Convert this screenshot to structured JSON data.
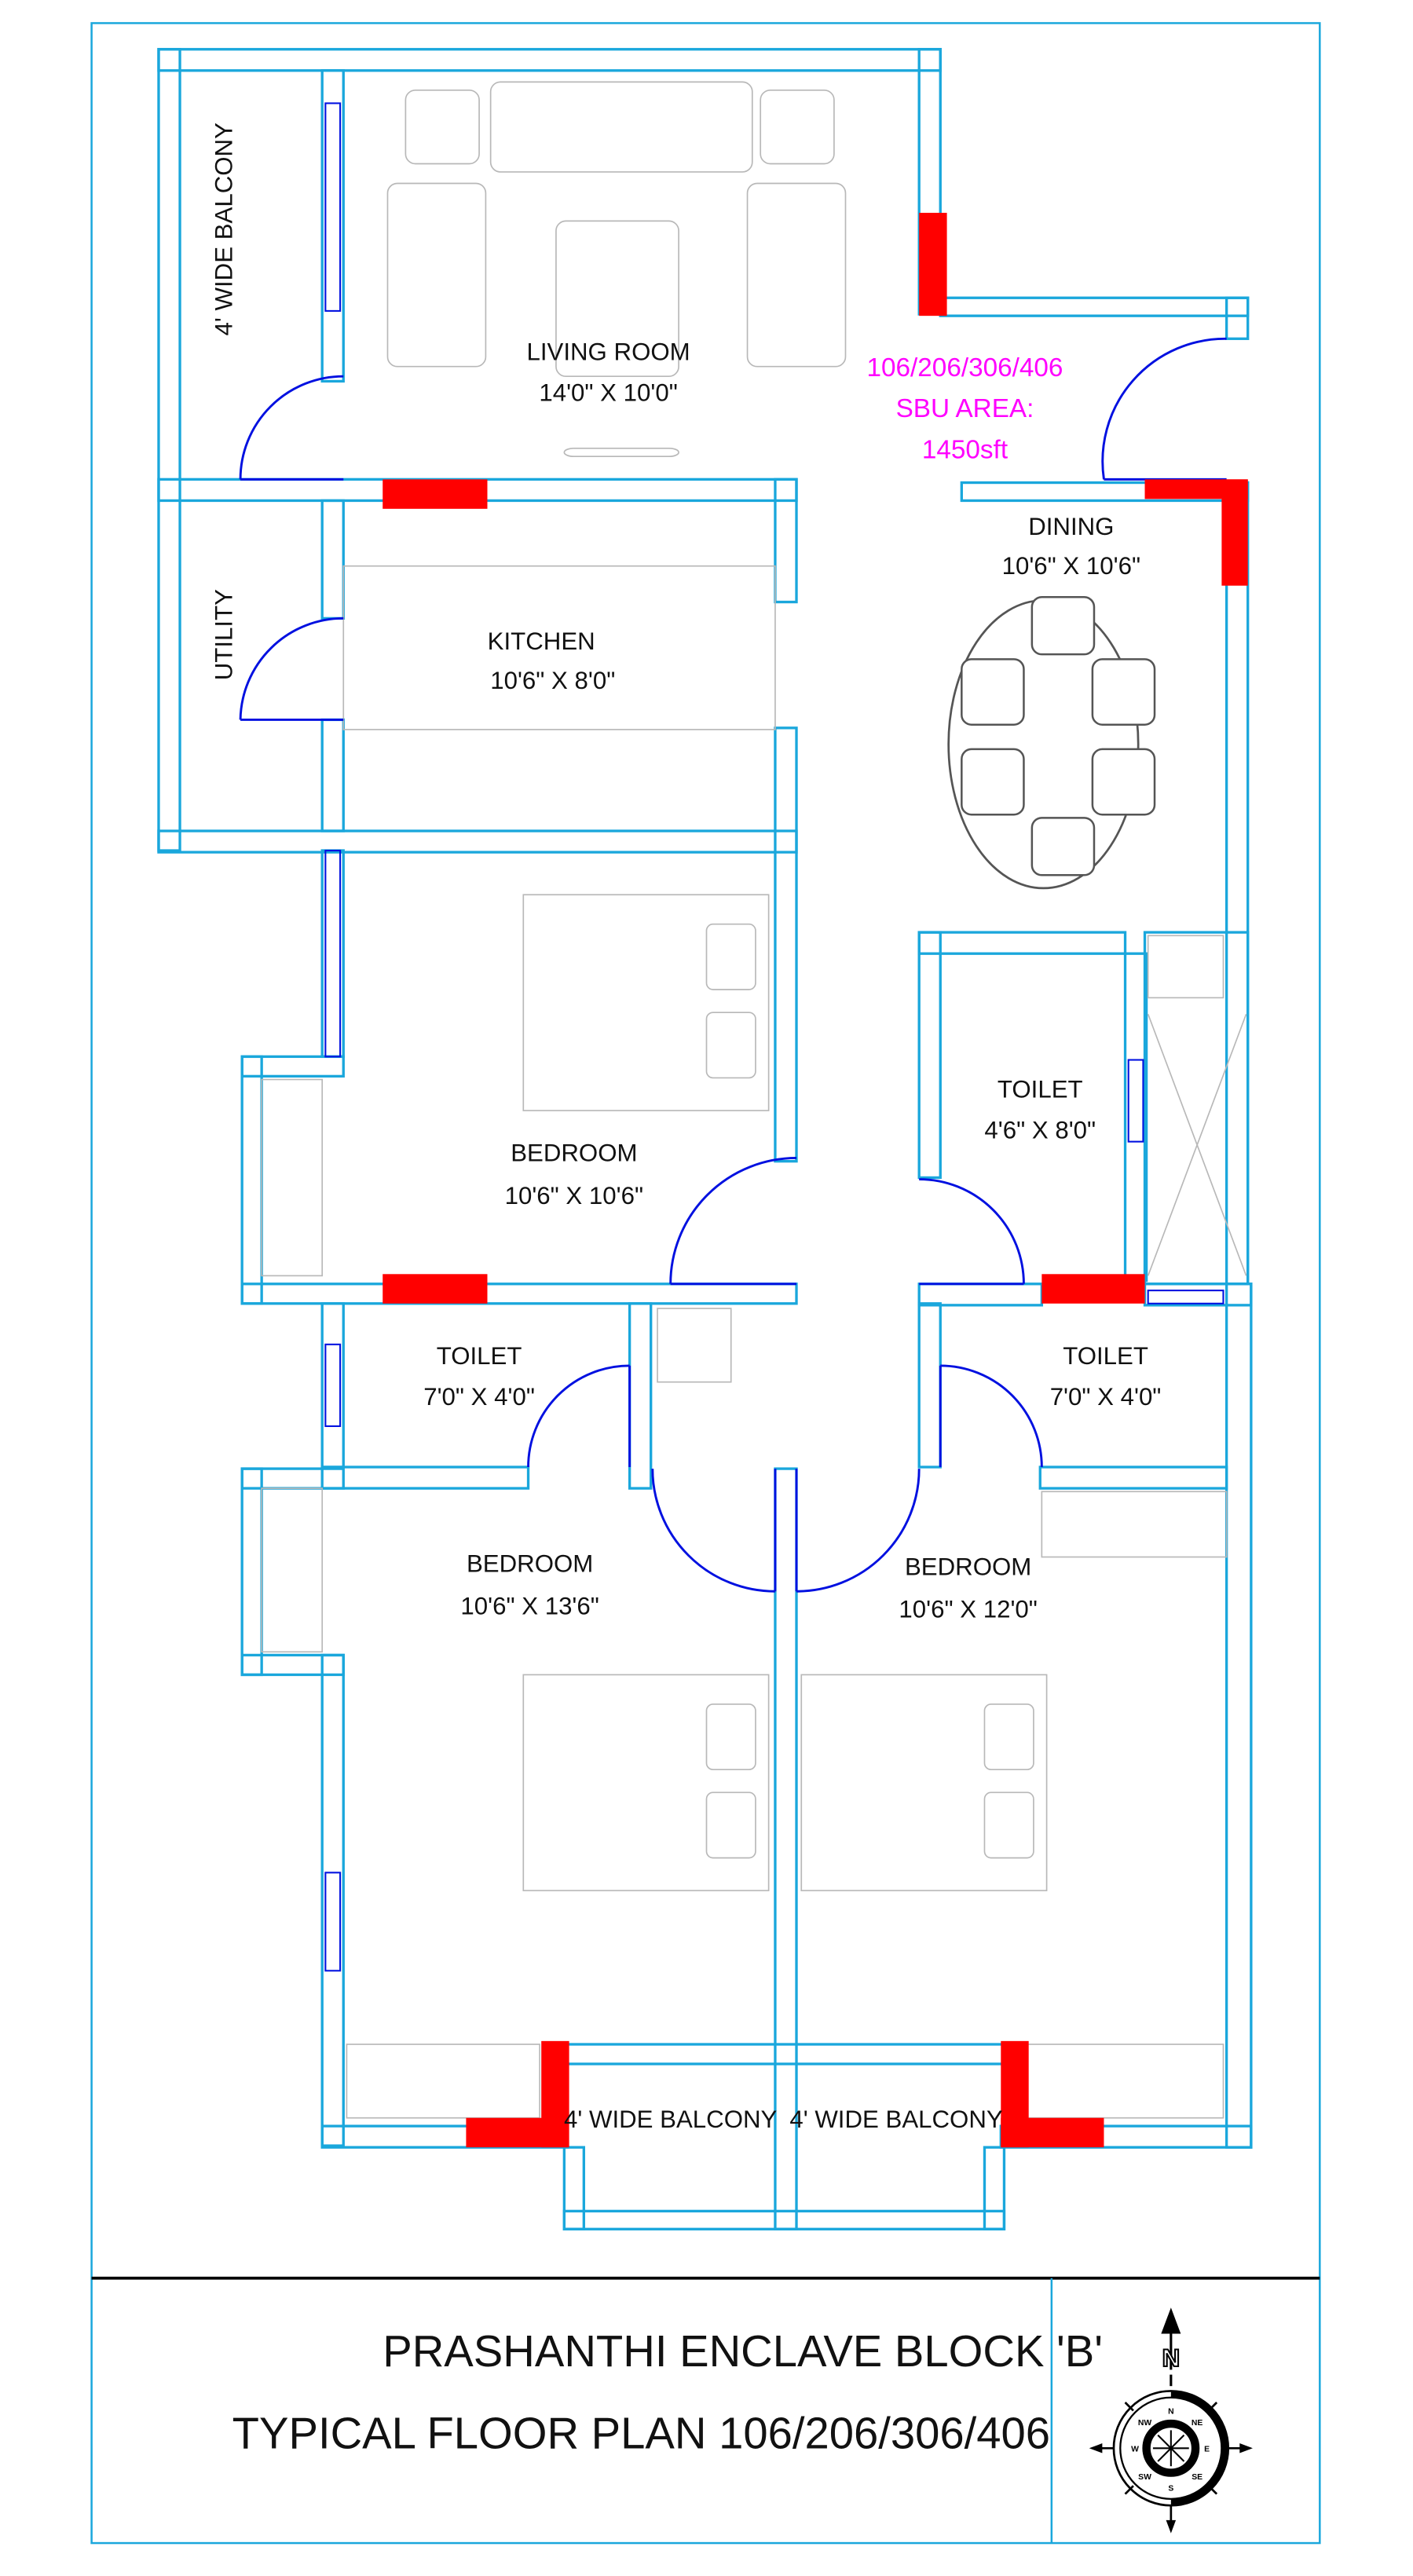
{
  "rooms": {
    "balcony_left": "4' WIDE BALCONY",
    "living": {
      "name": "LIVING ROOM",
      "size": "14'0\" X 10'0\""
    },
    "dining": {
      "name": "DINING",
      "size": "10'6\" X 10'6\""
    },
    "utility": "UTILITY",
    "kitchen": {
      "name": "KITCHEN",
      "size": "10'6\" X 8'0\""
    },
    "bedroom1": {
      "name": "BEDROOM",
      "size": "10'6\" X 10'6\""
    },
    "toilet1": {
      "name": "TOILET",
      "size": "4'6\" X 8'0\""
    },
    "toilet2": {
      "name": "TOILET",
      "size": "7'0\" X 4'0\""
    },
    "toilet3": {
      "name": "TOILET",
      "size": "7'0\" X 4'0\""
    },
    "bedroom2": {
      "name": "BEDROOM",
      "size": "10'6\" X 13'6\""
    },
    "bedroom3": {
      "name": "BEDROOM",
      "size": "10'6\" X 12'0\""
    },
    "balcony_bottom_left": "4' WIDE BALCONY",
    "balcony_bottom_right": "4' WIDE BALCONY"
  },
  "area_note": {
    "units": "106/206/306/406",
    "label": "SBU AREA:",
    "value": "1450sft"
  },
  "title_block": {
    "project": "PRASHANTHI ENCLAVE BLOCK 'B'",
    "drawing": "TYPICAL FLOOR PLAN 106/206/306/406",
    "north_label": "N",
    "compass_labels": [
      "N",
      "NE",
      "E",
      "SE",
      "S",
      "SW",
      "W",
      "NW"
    ]
  },
  "colors": {
    "wall": "#1aa7dc",
    "door": "#0010e0",
    "column": "#ff0000",
    "note": "#ff00ff"
  }
}
